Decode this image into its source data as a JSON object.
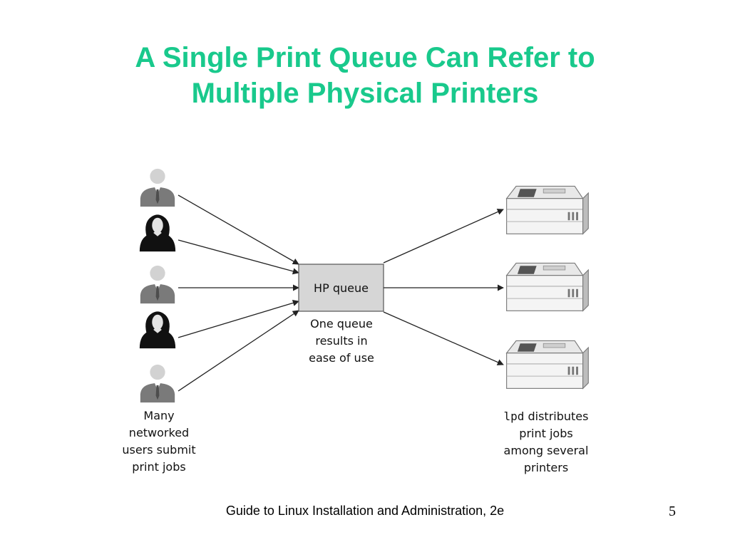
{
  "slide": {
    "title_line1": "A Single Print Queue Can Refer to",
    "title_line2": "Multiple Physical Printers",
    "title_color": "#19c98c",
    "footer": "Guide to Linux Installation and Administration, 2e",
    "page_number": "5"
  },
  "diagram": {
    "queue_label": "HP queue",
    "queue_note": [
      "One queue",
      "results in",
      "ease of use"
    ],
    "users_note": [
      "Many",
      "networked",
      "users submit",
      "print jobs"
    ],
    "printers_note_code": "lpd",
    "printers_note_rest": " distributes",
    "printers_note": [
      "print jobs",
      "among several",
      "printers"
    ],
    "users": [
      {
        "icon": "man-user-icon"
      },
      {
        "icon": "woman-user-icon"
      },
      {
        "icon": "man-user-icon"
      },
      {
        "icon": "woman-user-icon"
      },
      {
        "icon": "man-user-icon"
      }
    ],
    "printers": [
      {
        "icon": "printer-icon"
      },
      {
        "icon": "printer-icon"
      },
      {
        "icon": "printer-icon"
      }
    ]
  }
}
